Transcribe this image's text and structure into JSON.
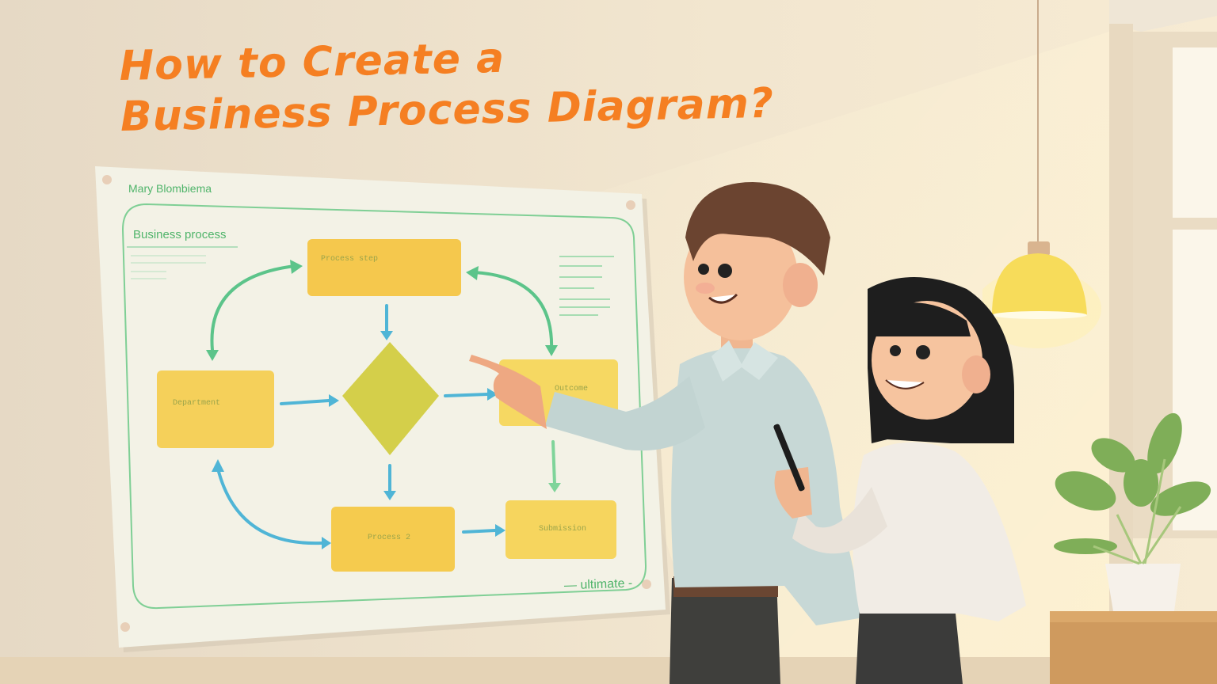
{
  "illustration": {
    "title_line1": "How to Create a",
    "title_line2": "Business Process Diagram?",
    "poster": {
      "header": "Mary Blombiema",
      "subheader": "Business process",
      "footer": "— ultimate -",
      "boxes": [
        {
          "label": "Process step",
          "position": "top-center"
        },
        {
          "label": "Department",
          "position": "middle-left"
        },
        {
          "label": "Outcome",
          "position": "middle-right"
        },
        {
          "label": "Process 2",
          "position": "bottom-center"
        },
        {
          "label": "Submission",
          "position": "bottom-right"
        }
      ],
      "decision": "diamond"
    },
    "characters": [
      "man-pointing",
      "woman-with-pen"
    ],
    "props": [
      "pendant-lamp",
      "window",
      "potted-plant",
      "wooden-cabinet"
    ],
    "colors": {
      "title": "#f57f22",
      "wall": "#efe3cf",
      "poster": "#f3f2e6",
      "box": "#f5c84d",
      "diamond": "#d4cf4a",
      "arrow_green": "#5cc48a",
      "arrow_blue": "#4fb5d6",
      "lamp": "#f7dc5a"
    }
  }
}
